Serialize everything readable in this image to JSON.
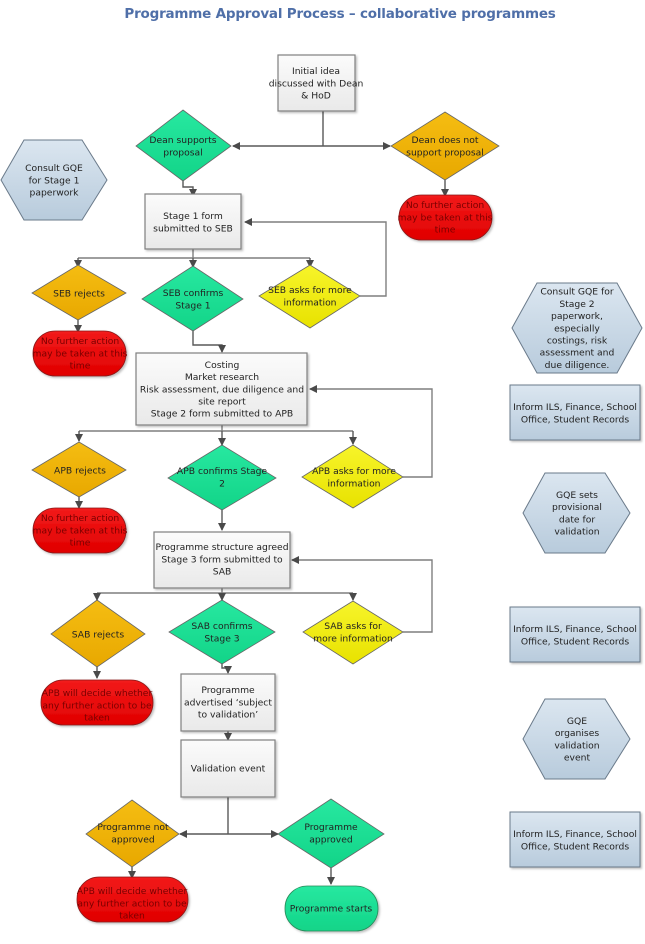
{
  "title": "Programme Approval Process – collaborative programmes",
  "colors": {
    "title": "#4f6fa8",
    "process_box": "#f2f2f2",
    "decision_green": "#1ee39a",
    "decision_orange": "#f0b400",
    "decision_yellow": "#f2f000",
    "terminal_red": "#ee0000",
    "terminal_green": "#1de39a",
    "side_note": "#c5d6e6",
    "connector": "#595959"
  },
  "nodes": {
    "initial_idea": {
      "type": "process",
      "lines": [
        "Initial idea",
        "discussed with Dean",
        "& HoD"
      ]
    },
    "dean_supports": {
      "type": "decision",
      "color": "green",
      "lines": [
        "Dean supports",
        "proposal"
      ]
    },
    "dean_not_support": {
      "type": "decision",
      "color": "orange",
      "lines": [
        "Dean does not",
        "support proposal"
      ]
    },
    "nfa_1": {
      "type": "terminal",
      "color": "red",
      "lines": [
        "No further action",
        "may be taken at this",
        "time"
      ]
    },
    "stage1_form": {
      "type": "process",
      "lines": [
        "Stage 1 form",
        "submitted to SEB"
      ]
    },
    "seb_rejects": {
      "type": "decision",
      "color": "orange",
      "lines": [
        "SEB rejects"
      ]
    },
    "seb_confirms": {
      "type": "decision",
      "color": "green",
      "lines": [
        "SEB confirms",
        "Stage 1"
      ]
    },
    "seb_more_info": {
      "type": "decision",
      "color": "yellow",
      "lines": [
        "SEB asks for more",
        "information"
      ]
    },
    "nfa_2": {
      "type": "terminal",
      "color": "red",
      "lines": [
        "No further action",
        "may be taken at this",
        "time"
      ]
    },
    "stage2_box": {
      "type": "process",
      "lines": [
        "Costing",
        "Market research",
        "Risk assessment, due diligence and",
        "site report",
        "Stage 2 form submitted to APB"
      ]
    },
    "apb_rejects": {
      "type": "decision",
      "color": "orange",
      "lines": [
        "APB rejects"
      ]
    },
    "apb_confirms": {
      "type": "decision",
      "color": "green",
      "lines": [
        "APB confirms Stage",
        "2"
      ]
    },
    "apb_more_info": {
      "type": "decision",
      "color": "yellow",
      "lines": [
        "APB asks for more",
        "information"
      ]
    },
    "nfa_3": {
      "type": "terminal",
      "color": "red",
      "lines": [
        "No further action",
        "may be taken at this",
        "time"
      ]
    },
    "stage3_box": {
      "type": "process",
      "lines": [
        "Programme structure agreed",
        "Stage 3 form submitted to",
        "SAB"
      ]
    },
    "sab_rejects": {
      "type": "decision",
      "color": "orange",
      "lines": [
        "SAB rejects"
      ]
    },
    "sab_confirms": {
      "type": "decision",
      "color": "green",
      "lines": [
        "SAB confirms",
        "Stage 3"
      ]
    },
    "sab_more_info": {
      "type": "decision",
      "color": "yellow",
      "lines": [
        "SAB asks for",
        "more information"
      ]
    },
    "apb_decide_1": {
      "type": "terminal",
      "color": "red",
      "lines": [
        "APB will decide whether",
        "any further action to be",
        "taken"
      ]
    },
    "advertised": {
      "type": "process",
      "lines": [
        "Programme",
        "advertised ‘subject",
        "to validation’"
      ]
    },
    "validation_event": {
      "type": "process",
      "lines": [
        "Validation event"
      ]
    },
    "not_approved": {
      "type": "decision",
      "color": "orange",
      "lines": [
        "Programme not",
        "approved"
      ]
    },
    "approved": {
      "type": "decision",
      "color": "green",
      "lines": [
        "Programme",
        "approved"
      ]
    },
    "apb_decide_2": {
      "type": "terminal",
      "color": "red",
      "lines": [
        "APB will decide whether",
        "any further action to be",
        "taken"
      ]
    },
    "programme_starts": {
      "type": "terminal",
      "color": "green",
      "lines": [
        "Programme starts"
      ]
    }
  },
  "side_notes": {
    "consult_stage1": {
      "type": "hexagon",
      "lines": [
        "Consult GQE",
        "for Stage 1",
        "paperwork"
      ]
    },
    "consult_stage2": {
      "type": "hexagon",
      "lines": [
        "Consult GQE for",
        "Stage 2",
        "paperwork,",
        "especially",
        "costings, risk",
        "assessment and",
        "due diligence."
      ]
    },
    "inform_1": {
      "type": "box",
      "lines": [
        "Inform ILS, Finance, School",
        "Office, Student Records"
      ]
    },
    "gqe_sets_date": {
      "type": "hexagon",
      "lines": [
        "GQE sets",
        "provisional",
        "date for",
        "validation"
      ]
    },
    "inform_2": {
      "type": "box",
      "lines": [
        "Inform ILS, Finance, School",
        "Office, Student Records"
      ]
    },
    "gqe_organises": {
      "type": "hexagon",
      "lines": [
        "GQE",
        "organises",
        "validation",
        "event"
      ]
    },
    "inform_3": {
      "type": "box",
      "lines": [
        "Inform ILS, Finance, School",
        "Office, Student Records"
      ]
    }
  }
}
